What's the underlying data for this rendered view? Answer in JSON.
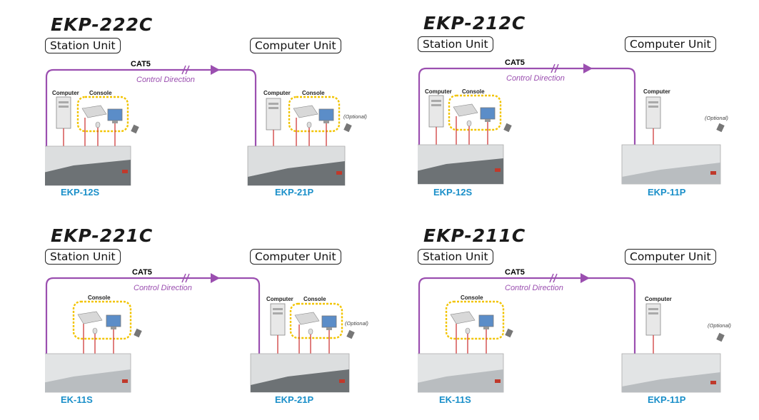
{
  "colors": {
    "cable": "#9b4fb0",
    "console_ring": "#f2c400",
    "model_text": "#1a8fc9",
    "device_body": "#dcdedf",
    "wire_red": "#d03a3a"
  },
  "labels": {
    "station_unit": "Station Unit",
    "computer_unit": "Computer Unit",
    "cable": "CAT5",
    "direction": "Control Direction",
    "computer": "Computer",
    "console": "Console",
    "optional": "(Optional)"
  },
  "panels": [
    {
      "title": "EKP-222C",
      "station_model": "EKP-12S",
      "computer_model": "EKP-21P"
    },
    {
      "title": "EKP-212C",
      "station_model": "EKP-12S",
      "computer_model": "EKP-11P"
    },
    {
      "title": "EKP-221C",
      "station_model": "EK-11S",
      "computer_model": "EKP-21P"
    },
    {
      "title": "EKP-211C",
      "station_model": "EK-11S",
      "computer_model": "EKP-11P"
    }
  ]
}
